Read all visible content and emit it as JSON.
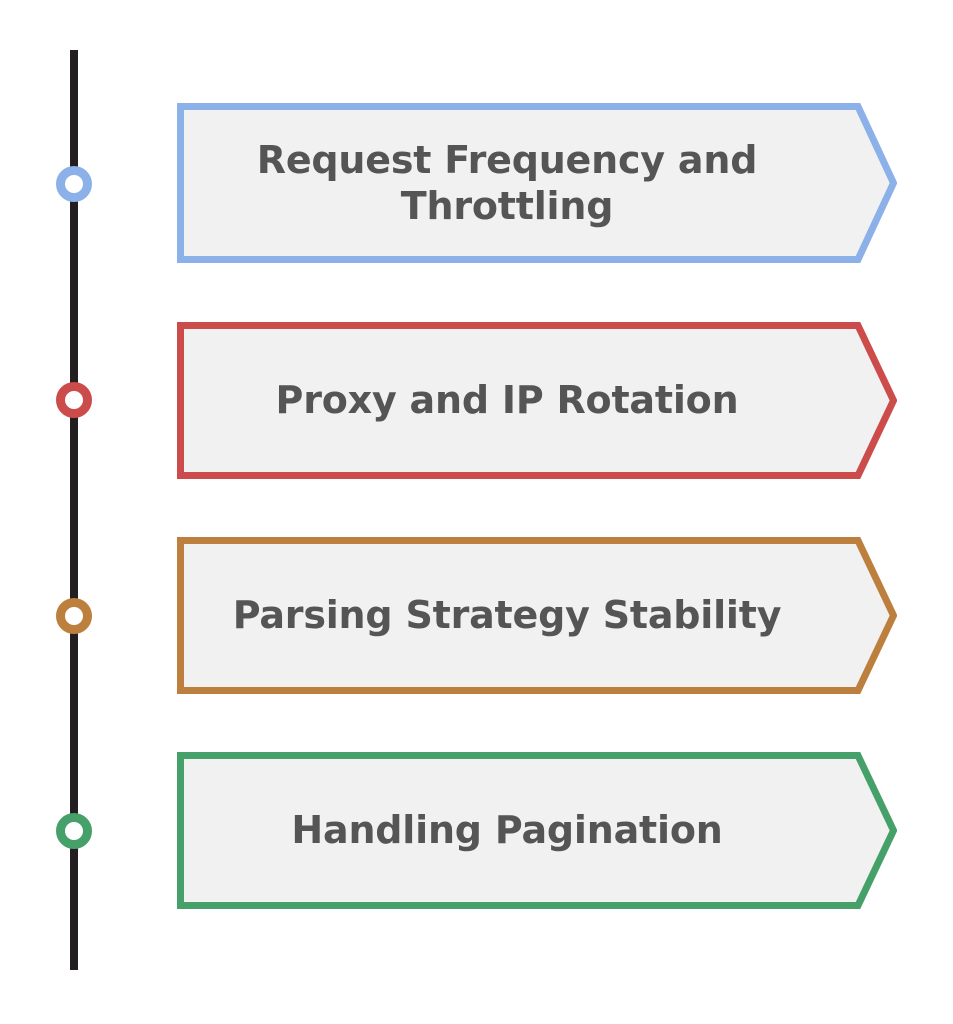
{
  "diagram": {
    "type": "vertical-timeline-chevron-list",
    "background_color": "#ffffff",
    "axis": {
      "name": "timeline-axis",
      "color": "#231f20"
    },
    "chevron_fill_color": "#f1f1f1",
    "label_text_color": "#555555",
    "steps": [
      {
        "index": 1,
        "label": "Request Frequency and Throttling",
        "accent_color": "#8bb1e8",
        "marker_color": "#8bb1e8",
        "marker_name": "timeline-marker-1"
      },
      {
        "index": 2,
        "label": "Proxy and IP Rotation",
        "accent_color": "#cc4b4b",
        "marker_color": "#cc4b4b",
        "marker_name": "timeline-marker-2"
      },
      {
        "index": 3,
        "label": "Parsing Strategy Stability",
        "accent_color": "#bd7f3d",
        "marker_color": "#bd7f3d",
        "marker_name": "timeline-marker-3"
      },
      {
        "index": 4,
        "label": "Handling Pagination",
        "accent_color": "#45a06a",
        "marker_color": "#45a06a",
        "marker_name": "timeline-marker-4"
      }
    ]
  }
}
